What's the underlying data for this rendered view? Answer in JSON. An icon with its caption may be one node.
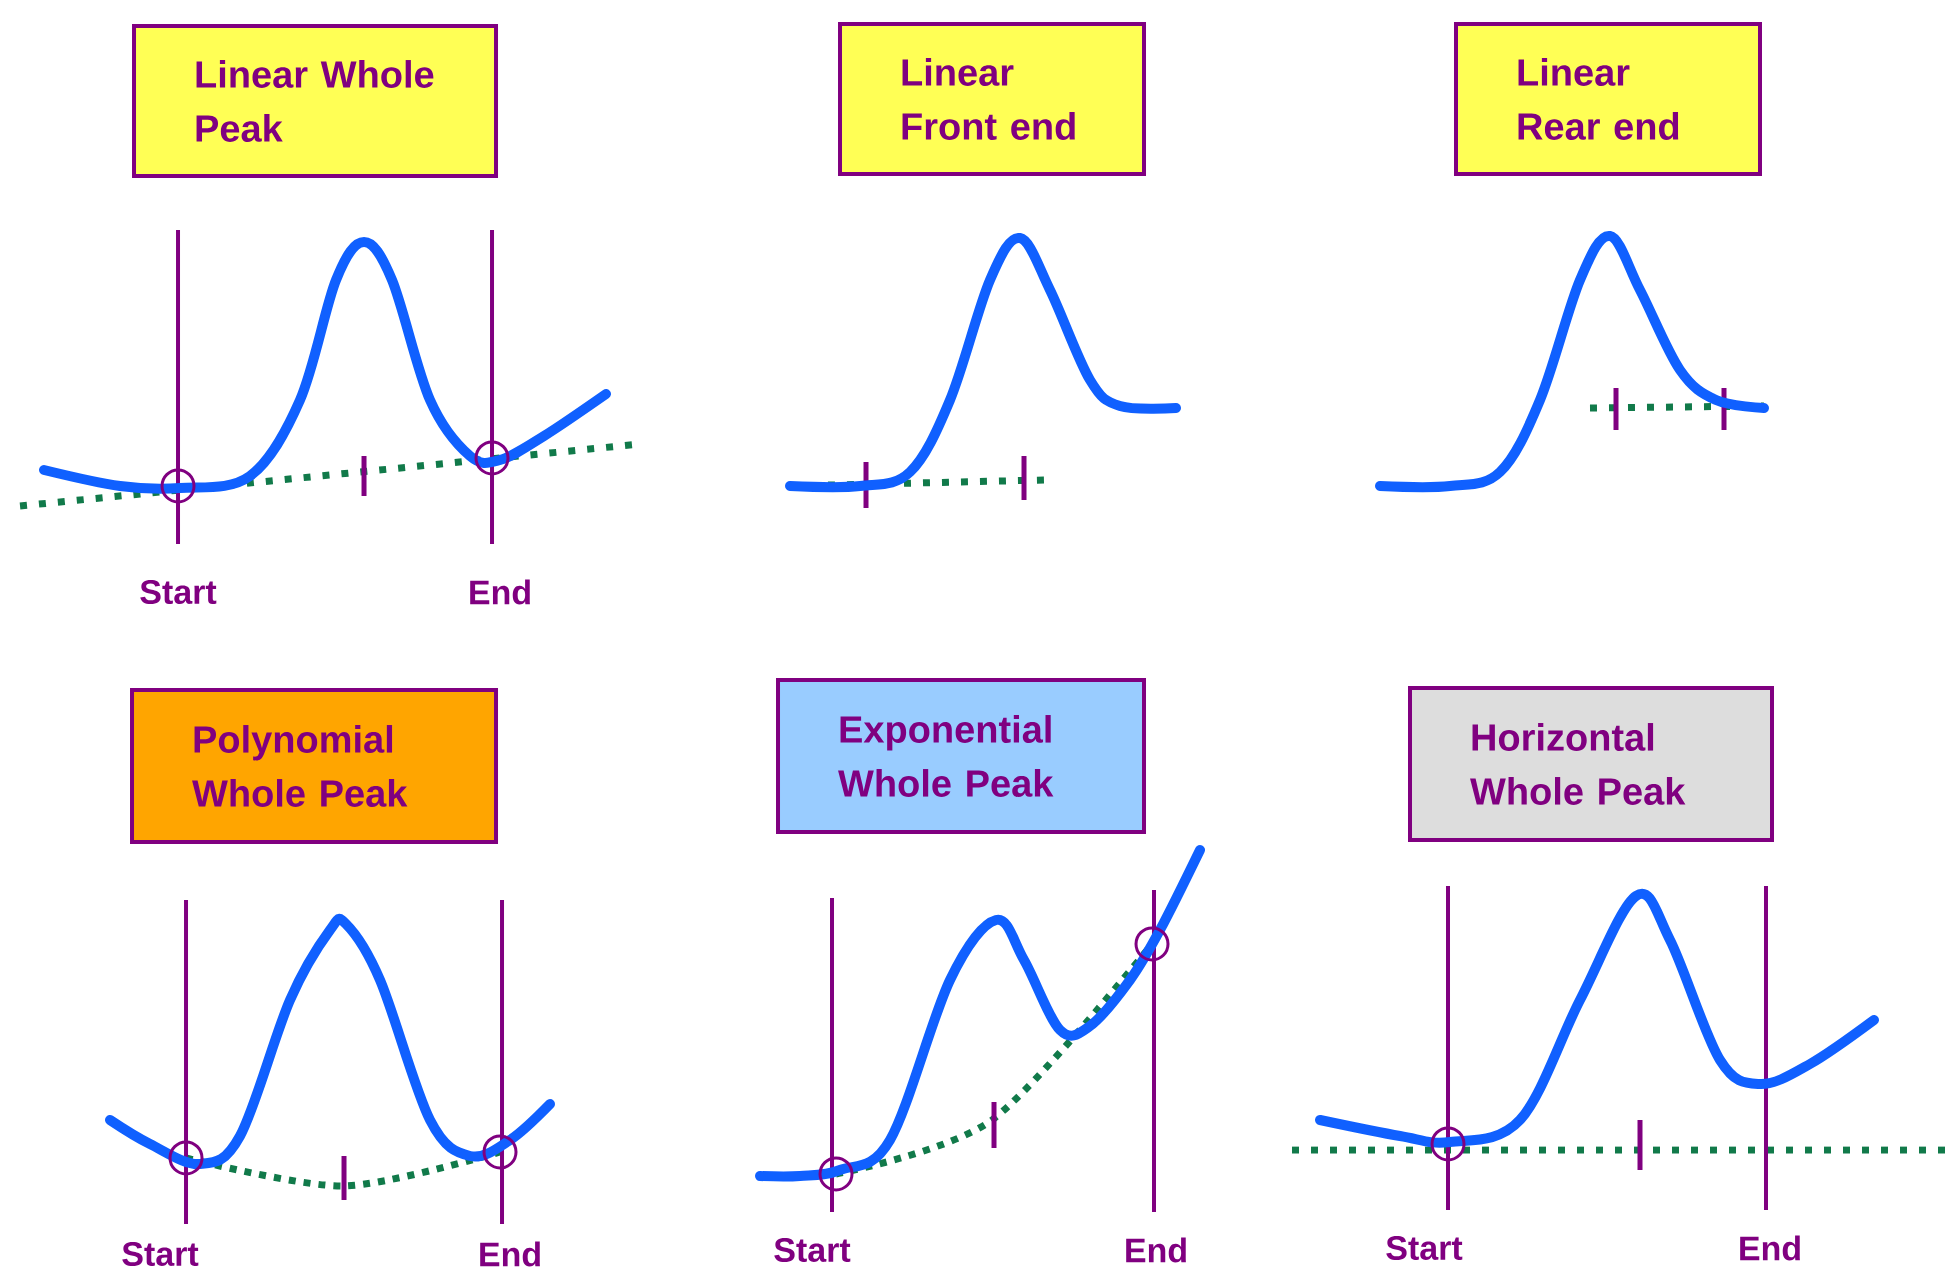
{
  "diagram": {
    "nodes": [
      {
        "text": [
          "Linear Whole Peak"
        ]
      },
      {
        "text": [
          "Linear Front end"
        ]
      },
      {
        "text": [
          "Linear Rear end"
        ]
      },
      {
        "text": [
          "Polynomial Whole Peak"
        ]
      },
      {
        "text": [
          "Exponential Whole Peak"
        ]
      },
      {
        "text": [
          "Horizontal Whole Peak"
        ]
      }
    ],
    "labels": [
      "Start",
      "End",
      "Start",
      "End",
      "Start",
      "End",
      "Start",
      "End"
    ]
  }
}
